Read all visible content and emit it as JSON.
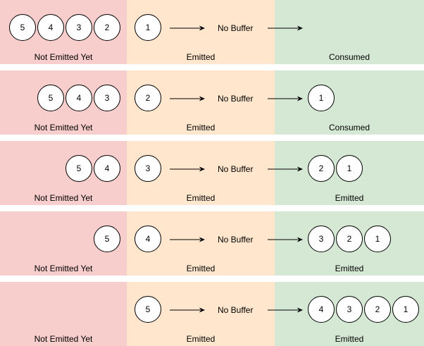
{
  "labels": {
    "not_emitted": "Not Emitted Yet",
    "emitted": "Emitted",
    "consumed": "Consumed",
    "no_buffer": "No Buffer"
  },
  "colors": {
    "not_emitted_bg": "#f8cecc",
    "emitted_bg": "#ffe6cc",
    "consumed_bg": "#d5e8d4"
  },
  "rows": [
    {
      "pending": [
        "5",
        "4",
        "3",
        "2"
      ],
      "emitted": "1",
      "consumed": [],
      "right_label": "Consumed"
    },
    {
      "pending": [
        "5",
        "4",
        "3"
      ],
      "emitted": "2",
      "consumed": [
        "1"
      ],
      "right_label": "Consumed"
    },
    {
      "pending": [
        "5",
        "4"
      ],
      "emitted": "3",
      "consumed": [
        "2",
        "1"
      ],
      "right_label": "Emitted"
    },
    {
      "pending": [
        "5"
      ],
      "emitted": "4",
      "consumed": [
        "3",
        "2",
        "1"
      ],
      "right_label": "Emitted"
    },
    {
      "pending": [],
      "emitted": "5",
      "consumed": [
        "4",
        "3",
        "2",
        "1"
      ],
      "right_label": "Emitted"
    }
  ]
}
